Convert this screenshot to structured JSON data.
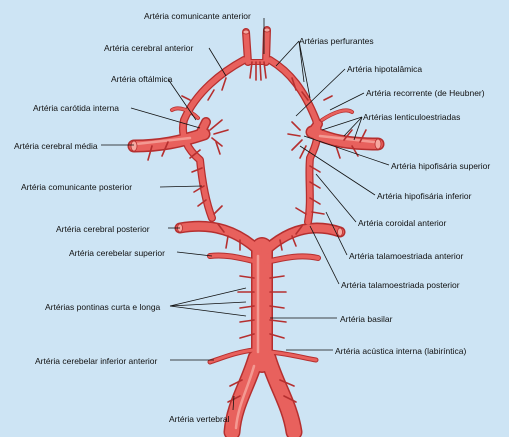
{
  "colors": {
    "background": "#cde4f4",
    "artery_fill": "#e8615d",
    "artery_stroke": "#b52f2f",
    "artery_highlight": "#f6a8a0",
    "leader": "#111111"
  },
  "labels": {
    "comunicante_anterior": "Artéria comunicante anterior",
    "perfurantes": "Artérias perfurantes",
    "cerebral_anterior": "Artéria cerebral anterior",
    "hipotalamica": "Artéria hipotalâmica",
    "oftalmica": "Artéria oftálmica",
    "recorrente": "Artéria recorrente (de Heubner)",
    "carotida": "Artéria carótida interna",
    "lenticuloestriadas": "Artérias lenticuloestriadas",
    "cerebral_media": "Artéria cerebral média",
    "hipofisaria_superior": "Artéria hipofisária superior",
    "comunicante_posterior": "Artéria comunicante posterior",
    "hipofisaria_inferior": "Artéria hipofisária inferior",
    "coroidal_anterior": "Artéria coroidal anterior",
    "cerebral_posterior": "Artéria cerebral posterior",
    "talamoestriada_anterior": "Artéria talamoestriada anterior",
    "cerebelar_superior": "Artéria cerebelar superior",
    "talamoestriada_posterior": "Artéria talamoestriada posterior",
    "pontinas": "Artérias pontinas curta e longa",
    "basilar": "Artéria basilar",
    "cerebelar_inferior_anterior": "Artéria cerebelar inferior anterior",
    "acustica": "Artéria acústica interna (labiríntica)",
    "vertebral": "Artéria vertebral"
  }
}
